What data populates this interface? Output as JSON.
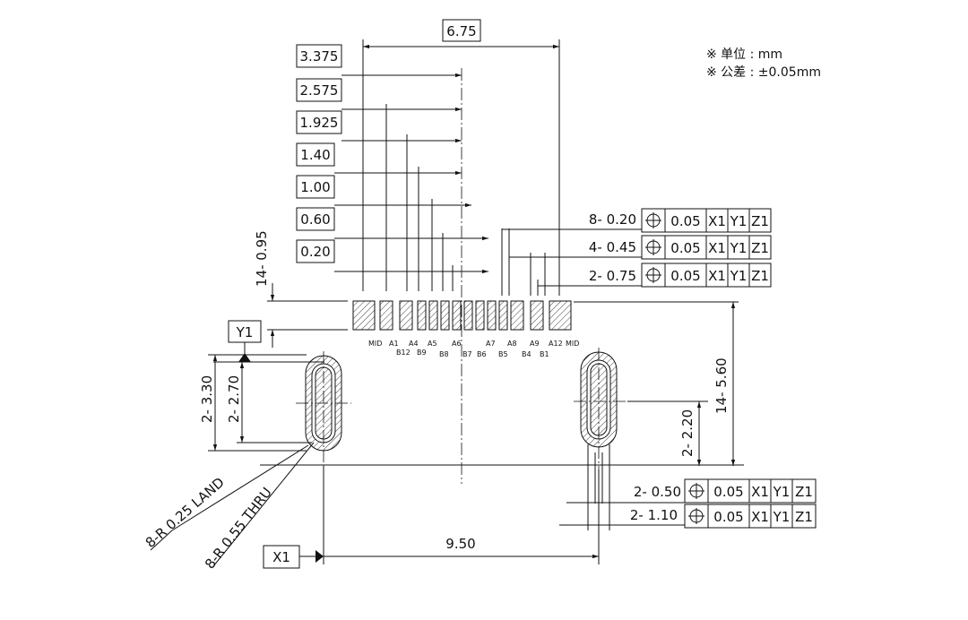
{
  "notes": {
    "units": "※ 单位 : mm",
    "tolerance": "※ 公差 : ±0.05mm"
  },
  "top_dims": [
    "6.75",
    "3.375",
    "2.575",
    "1.925",
    "1.40",
    "1.00",
    "0.60",
    "0.20"
  ],
  "pitch_dim": "14- 0.95",
  "datums": {
    "y": "Y1",
    "x": "X1"
  },
  "pin_labels_top": [
    "MID",
    "A1",
    "A4",
    "A5",
    "A6",
    "A7",
    "A8",
    "A9",
    "A12",
    "MID"
  ],
  "pin_labels_bottom": [
    "B12",
    "B9",
    "B8",
    "B7",
    "B6",
    "B5",
    "B4",
    "B1"
  ],
  "tolerance_frames": [
    {
      "label": "8- 0.20",
      "value": "0.05",
      "refs": [
        "X1",
        "Y1",
        "Z1"
      ]
    },
    {
      "label": "4- 0.45",
      "value": "0.05",
      "refs": [
        "X1",
        "Y1",
        "Z1"
      ]
    },
    {
      "label": "2- 0.75",
      "value": "0.05",
      "refs": [
        "X1",
        "Y1",
        "Z1"
      ]
    },
    {
      "label": "2- 0.50",
      "value": "0.05",
      "refs": [
        "X1",
        "Y1",
        "Z1"
      ]
    },
    {
      "label": "2- 1.10",
      "value": "0.05",
      "refs": [
        "X1",
        "Y1",
        "Z1"
      ]
    }
  ],
  "slot_dims": [
    "2- 3.30",
    "2- 2.70",
    "2- 2.20",
    "14- 5.60"
  ],
  "radius_notes": [
    "8-R 0.25 LAND",
    "8-R 0.55 THRU"
  ],
  "bottom_dim": "9.50"
}
